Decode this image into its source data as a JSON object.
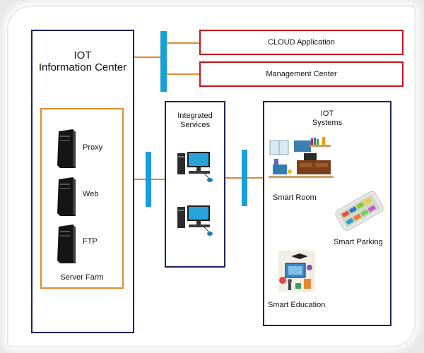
{
  "info_center": {
    "title_line1": "IOT",
    "title_line2": "Information Center"
  },
  "server_farm": {
    "title": "Server Farm",
    "servers": [
      {
        "label": "Proxy"
      },
      {
        "label": "Web"
      },
      {
        "label": "FTP"
      }
    ]
  },
  "cloud_app": {
    "label": "CLOUD Application"
  },
  "mgmt_center": {
    "label": "Management Center"
  },
  "integrated": {
    "line1": "Integrated",
    "line2": "Services"
  },
  "iot_systems": {
    "line1": "IOT",
    "line2": "Systems",
    "items": [
      {
        "label": "Smart Room"
      },
      {
        "label": "Smart Parking"
      },
      {
        "label": "Smart Education"
      }
    ]
  },
  "colors": {
    "navy": "#1c2260",
    "red": "#c4161c",
    "orange": "#e48a2e",
    "connector": "#1aa0d8"
  }
}
